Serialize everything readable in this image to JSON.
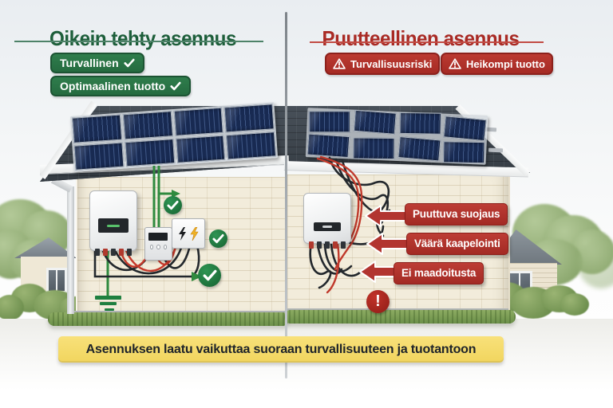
{
  "left": {
    "title": "Oikein tehty asennus",
    "badges": [
      {
        "label": "Turvallinen",
        "icon": "check-icon"
      },
      {
        "label": "Optimaalinen tuotto",
        "icon": "check-icon"
      }
    ],
    "check_marks": 3
  },
  "right": {
    "title": "Puutteellinen asennus",
    "badges": [
      {
        "label": "Turvallisuusriski",
        "icon": "warning-triangle-icon"
      },
      {
        "label": "Heikompi tuotto",
        "icon": "warning-triangle-icon"
      }
    ],
    "callouts": [
      "Puuttuva suojaus",
      "Väärä kaapelointi",
      "Ei maadoitusta"
    ]
  },
  "banner": {
    "text": "Asennuksen laatu vaikuttaa suoraan turvallisuuteen ja tuotantoon"
  },
  "icons": {
    "check": "✓",
    "warning": "⚠",
    "exclamation": "!"
  },
  "colors": {
    "good_green": "#1d5e3a",
    "badge_green": "#256b40",
    "bad_red": "#a92a24",
    "badge_red": "#a52a24",
    "banner_yellow": "#f4da6c",
    "roof_gray": "#3a4149",
    "panel_navy": "#182a52",
    "wall_cream": "#f2ecdb"
  }
}
